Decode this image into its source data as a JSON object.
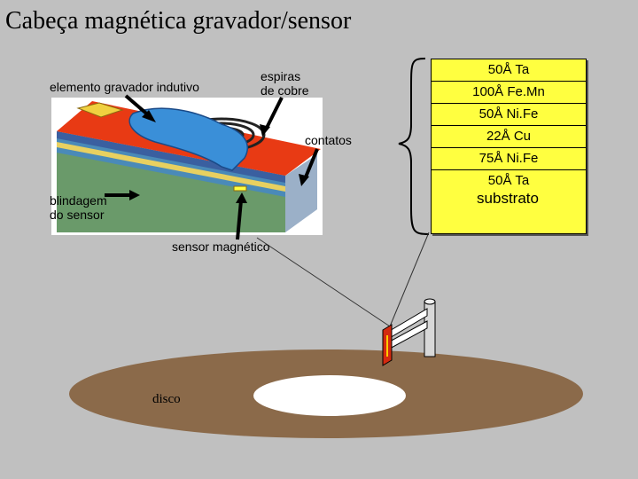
{
  "title": "Cabeça magnética gravador/sensor",
  "labels": {
    "inductive": "elemento gravador indutivo",
    "coils_1": "espiras",
    "coils_2": "de cobre",
    "contacts": "contatos",
    "shield_1": "blindagem",
    "shield_2": "do sensor",
    "sensor": "sensor magnético",
    "disk": "disco"
  },
  "stack": {
    "layers": [
      "50Å Ta",
      "100Å Fe.Mn",
      "50Å Ni.Fe",
      "22Å Cu",
      "75Å Ni.Fe",
      "50Å Ta"
    ],
    "substrate": "substrato"
  },
  "colors": {
    "background": "#c0c0c0",
    "head_red": "#e83a14",
    "pole_blue": "#3a8fd8",
    "stack_yellow": "#ffff40",
    "disk_brown": "#8b6a4a",
    "slider_red": "#d42a10"
  }
}
